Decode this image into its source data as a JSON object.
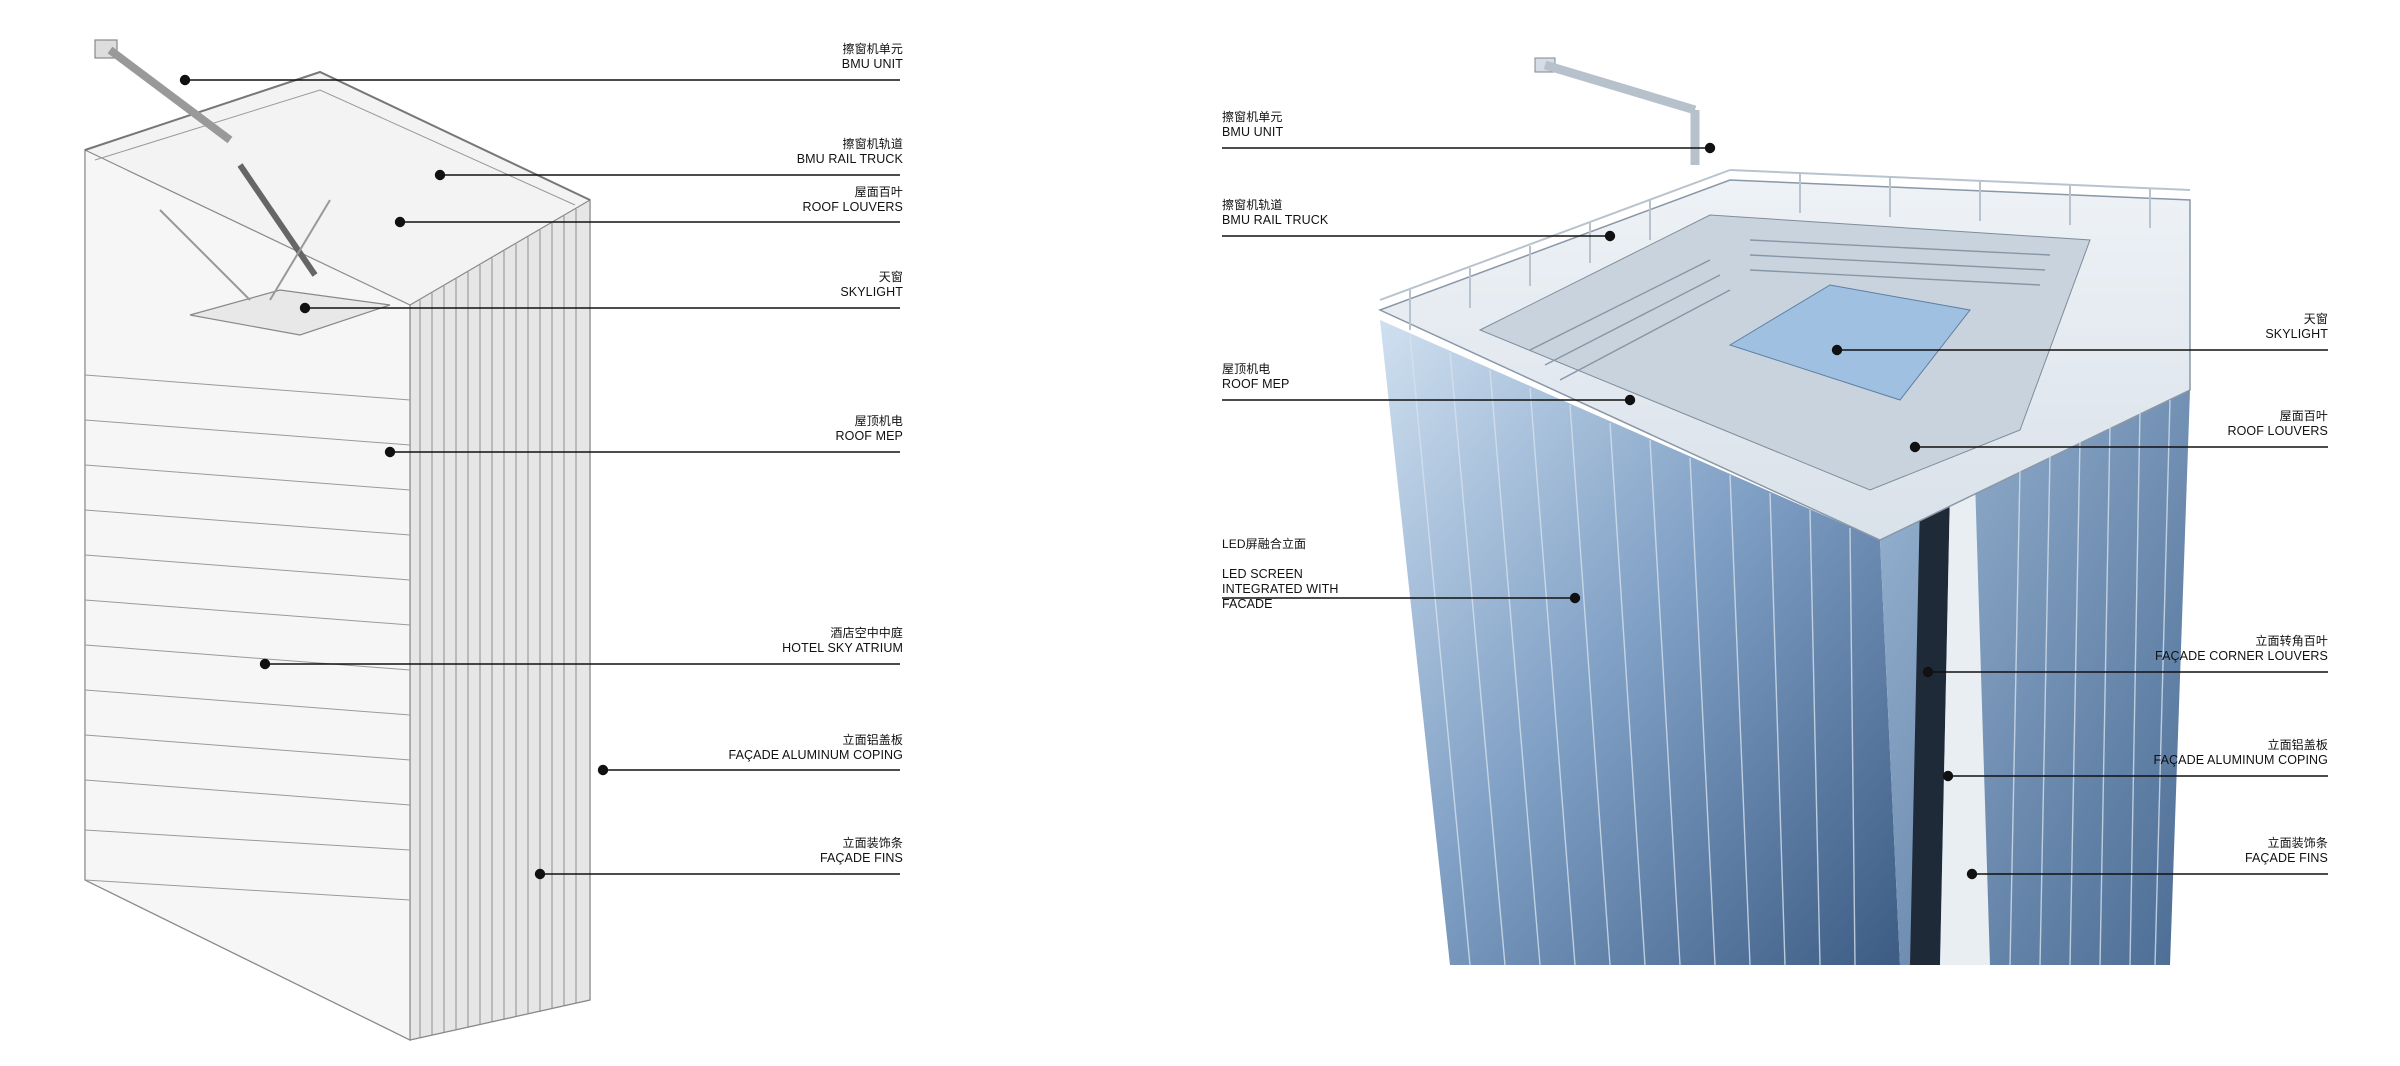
{
  "left_diagram": {
    "callouts": [
      {
        "zh": "擦窗机单元",
        "en": "BMU UNIT"
      },
      {
        "zh": "擦窗机轨道",
        "en": "BMU RAIL TRUCK"
      },
      {
        "zh": "屋面百叶",
        "en": "ROOF LOUVERS"
      },
      {
        "zh": "天窗",
        "en": "SKYLIGHT"
      },
      {
        "zh": "屋顶机电",
        "en": "ROOF MEP"
      },
      {
        "zh": "酒店空中中庭",
        "en": "HOTEL SKY ATRIUM"
      },
      {
        "zh": "立面铝盖板",
        "en": "FAÇADE ALUMINUM COPING"
      },
      {
        "zh": "立面装饰条",
        "en": "FAÇADE FINS"
      }
    ]
  },
  "right_diagram": {
    "callouts_left": [
      {
        "zh": "擦窗机单元",
        "en": "BMU UNIT"
      },
      {
        "zh": "擦窗机轨道",
        "en": "BMU RAIL TRUCK"
      },
      {
        "zh": "屋顶机电",
        "en": "ROOF MEP"
      },
      {
        "zh": "LED屏融合立面",
        "en": "LED SCREEN\nINTEGRATED WITH\nFACADE"
      }
    ],
    "callouts_right": [
      {
        "zh": "天窗",
        "en": "SKYLIGHT"
      },
      {
        "zh": "屋面百叶",
        "en": "ROOF LOUVERS"
      },
      {
        "zh": "立面转角百叶",
        "en": "FAÇADE CORNER LOUVERS"
      },
      {
        "zh": "立面铝盖板",
        "en": "FAÇADE ALUMINUM COPING"
      },
      {
        "zh": "立面装饰条",
        "en": "FAÇADE FINS"
      }
    ]
  },
  "colors": {
    "line": "#111111",
    "glass_dark": "#3f5f86",
    "glass_light": "#a9c3df",
    "wireframe": "#8a8a8a",
    "wireframe_fill": "#f2f2f2"
  }
}
